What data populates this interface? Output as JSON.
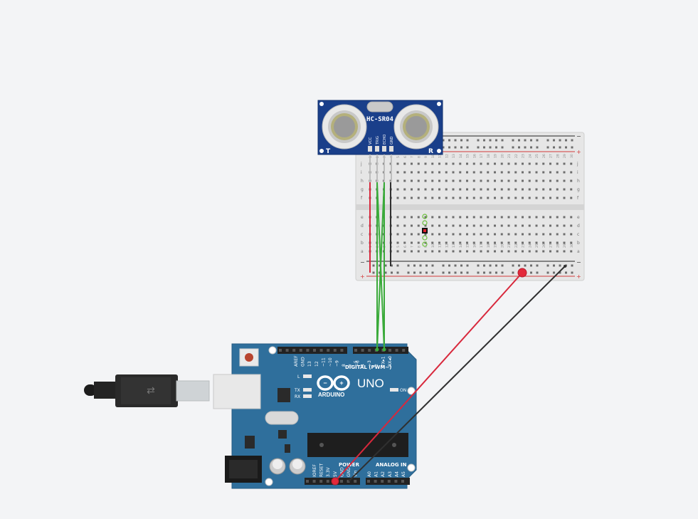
{
  "sensor": {
    "model": "HC-SR04",
    "left_marker": "T",
    "right_marker": "R",
    "pins": [
      "VCC",
      "TRIG",
      "ECHO",
      "GND"
    ]
  },
  "arduino": {
    "logo_text": "ARDUINO",
    "model": "UNO",
    "digital_label": "DIGITAL (PWM~)",
    "digital_pins": [
      "AREF",
      "GND",
      "13",
      "12",
      "~11",
      "~10",
      "~9",
      "8",
      "7",
      "~6",
      "~5",
      "4",
      "~3",
      "2",
      "TX▸1",
      "RX◂0"
    ],
    "power_label": "POWER",
    "power_pins": [
      "IOREF",
      "RESET",
      "3.3V",
      "5V",
      "GND",
      "GND",
      "Vin"
    ],
    "analog_label": "ANALOG IN",
    "analog_pins": [
      "A0",
      "A1",
      "A2",
      "A3",
      "A4",
      "A5"
    ],
    "leds": [
      "L",
      "TX",
      "RX"
    ],
    "on_label": "ON"
  },
  "breadboard": {
    "top_rows": [
      "j",
      "i",
      "h",
      "g",
      "f"
    ],
    "bottom_rows": [
      "e",
      "d",
      "c",
      "b",
      "a"
    ],
    "columns": 30,
    "rail_minus": "−",
    "rail_plus": "+"
  },
  "colors": {
    "background": "#f3f4f6",
    "board_blue": "#2f6f9c",
    "sensor_blue": "#1a3f8a",
    "wire_green": "#3aaa3a",
    "wire_red": "#d8283c",
    "wire_black": "#303030",
    "rail_red": "#d33a3a"
  }
}
